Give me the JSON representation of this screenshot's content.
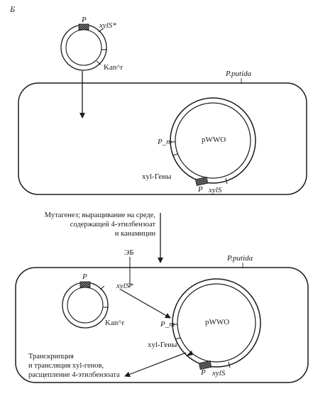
{
  "panel_label": "Б",
  "donor_plasmid": {
    "promoter": "P",
    "gene": "xylS*",
    "marker": "Kan^r"
  },
  "cell_top": {
    "species": "P.putida",
    "plasmid": "pWWO",
    "promoter_m": "P_m",
    "operon": "xyl-Гены",
    "promoter": "P",
    "gene": "xylS"
  },
  "mutagenesis_caption": [
    "Мутагенез; выращивание на среде,",
    "содержащей 4-этилбензоат",
    "и канамицин"
  ],
  "cell_bottom": {
    "species": "P.putida",
    "effector": "ЭБ",
    "plasmid": "pWWO",
    "promoter_m": "P_m",
    "operon": "xyl-Гены",
    "promoter": "P",
    "gene": "xylS",
    "donor_promoter": "P",
    "donor_gene": "xylS*",
    "donor_marker": "Kan^r"
  },
  "result_caption": [
    "Транскрипция",
    "и трансляция xyl-генов,",
    "расщепление 4-этилбензоата"
  ]
}
